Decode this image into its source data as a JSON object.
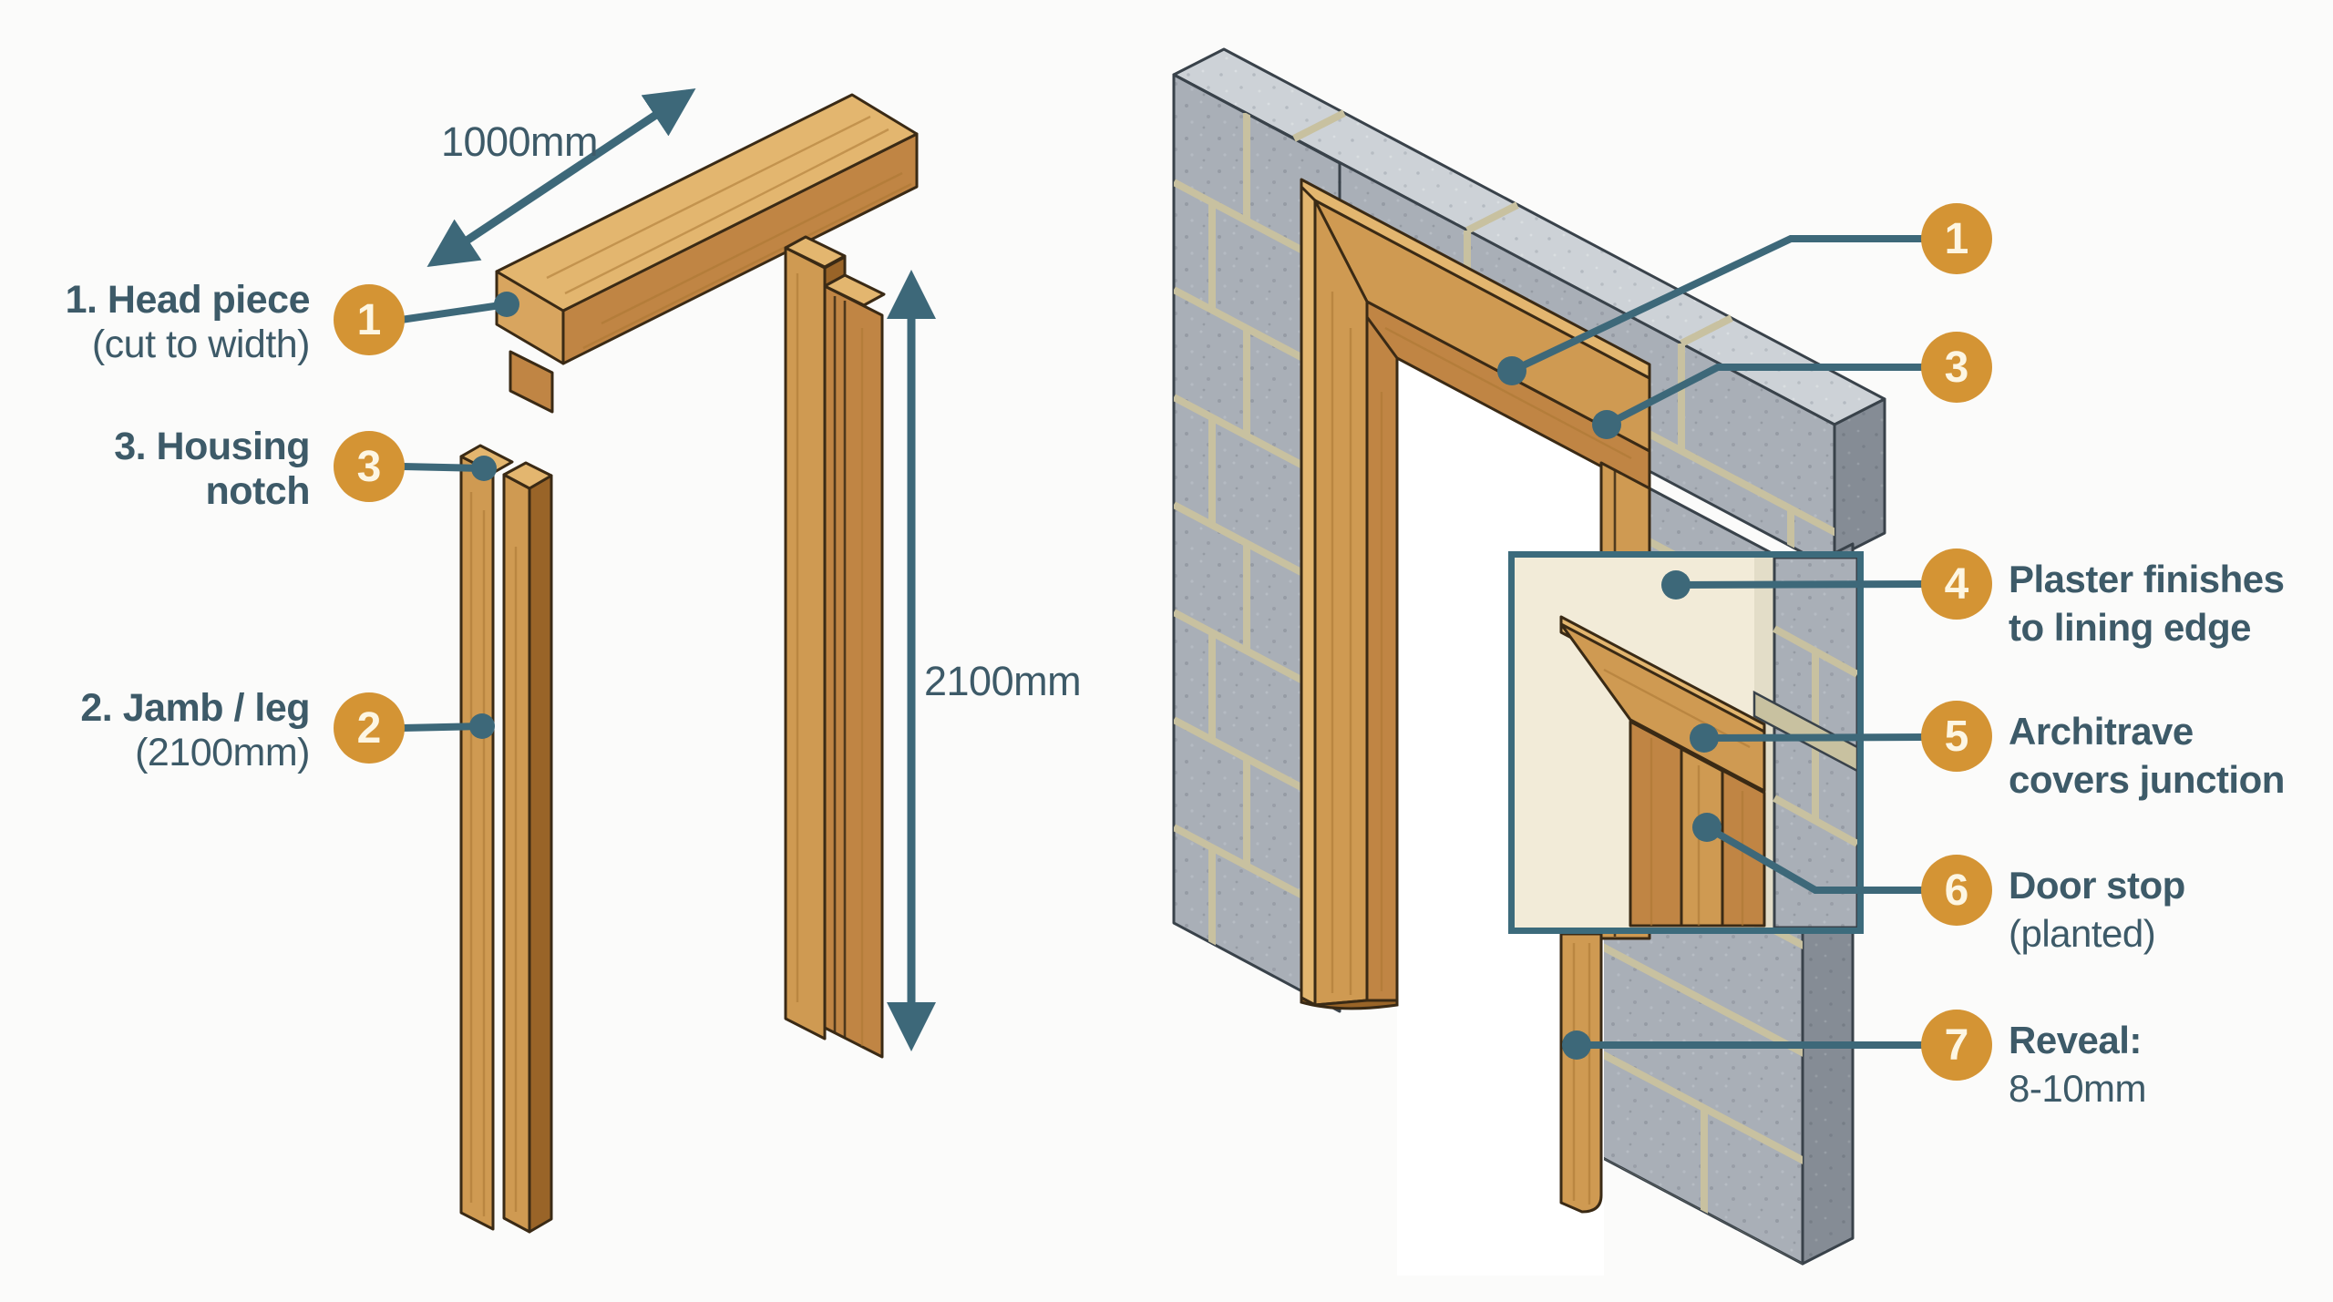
{
  "palette": {
    "bg": "#fbfbfa",
    "text": "#3d5a68",
    "leader": "#3d6879",
    "badge_bg": "#d49434",
    "badge_text": "#fdf6e3",
    "wood_top": "#e3b66f",
    "wood_face": "#cf9a52",
    "wood_face_dark": "#c08544",
    "wood_side": "#996428",
    "wood_end": "#d8a55f",
    "wood_grain": "#a97733",
    "wood_outline": "#3a2a15",
    "block_front": "#a9afb7",
    "block_top": "#cdd2d7",
    "block_side": "#858c95",
    "mortar": "#c8c1a0",
    "block_outline": "#39424a",
    "plaster": "#f2ebd8",
    "plaster_edge": "#e3ddc8",
    "inset_border": "#3c6b7c",
    "opening": "#ffffff"
  },
  "left_diagram": {
    "width_dimension": "1000mm",
    "height_dimension": "2100mm",
    "label_head": {
      "num": "1",
      "line1": "1. Head piece",
      "line2": "(cut to width)"
    },
    "label_notch": {
      "num": "3",
      "line1": "3. Housing",
      "line2": "notch"
    },
    "label_jamb": {
      "num": "2",
      "line1": "2. Jamb / leg",
      "line2": "(2100mm)"
    }
  },
  "right_diagram": {
    "callout_head": {
      "num": "1"
    },
    "callout_notch": {
      "num": "3"
    },
    "callout_plaster": {
      "num": "4",
      "line1": "Plaster finishes",
      "line2": "to lining edge"
    },
    "callout_architrave": {
      "num": "5",
      "line1": "Architrave",
      "line2": "covers junction"
    },
    "callout_doorstop": {
      "num": "6",
      "line1": "Door stop",
      "line2": "(planted)"
    },
    "callout_reveal": {
      "num": "7",
      "line1": "Reveal:",
      "line2": "8-10mm"
    }
  }
}
